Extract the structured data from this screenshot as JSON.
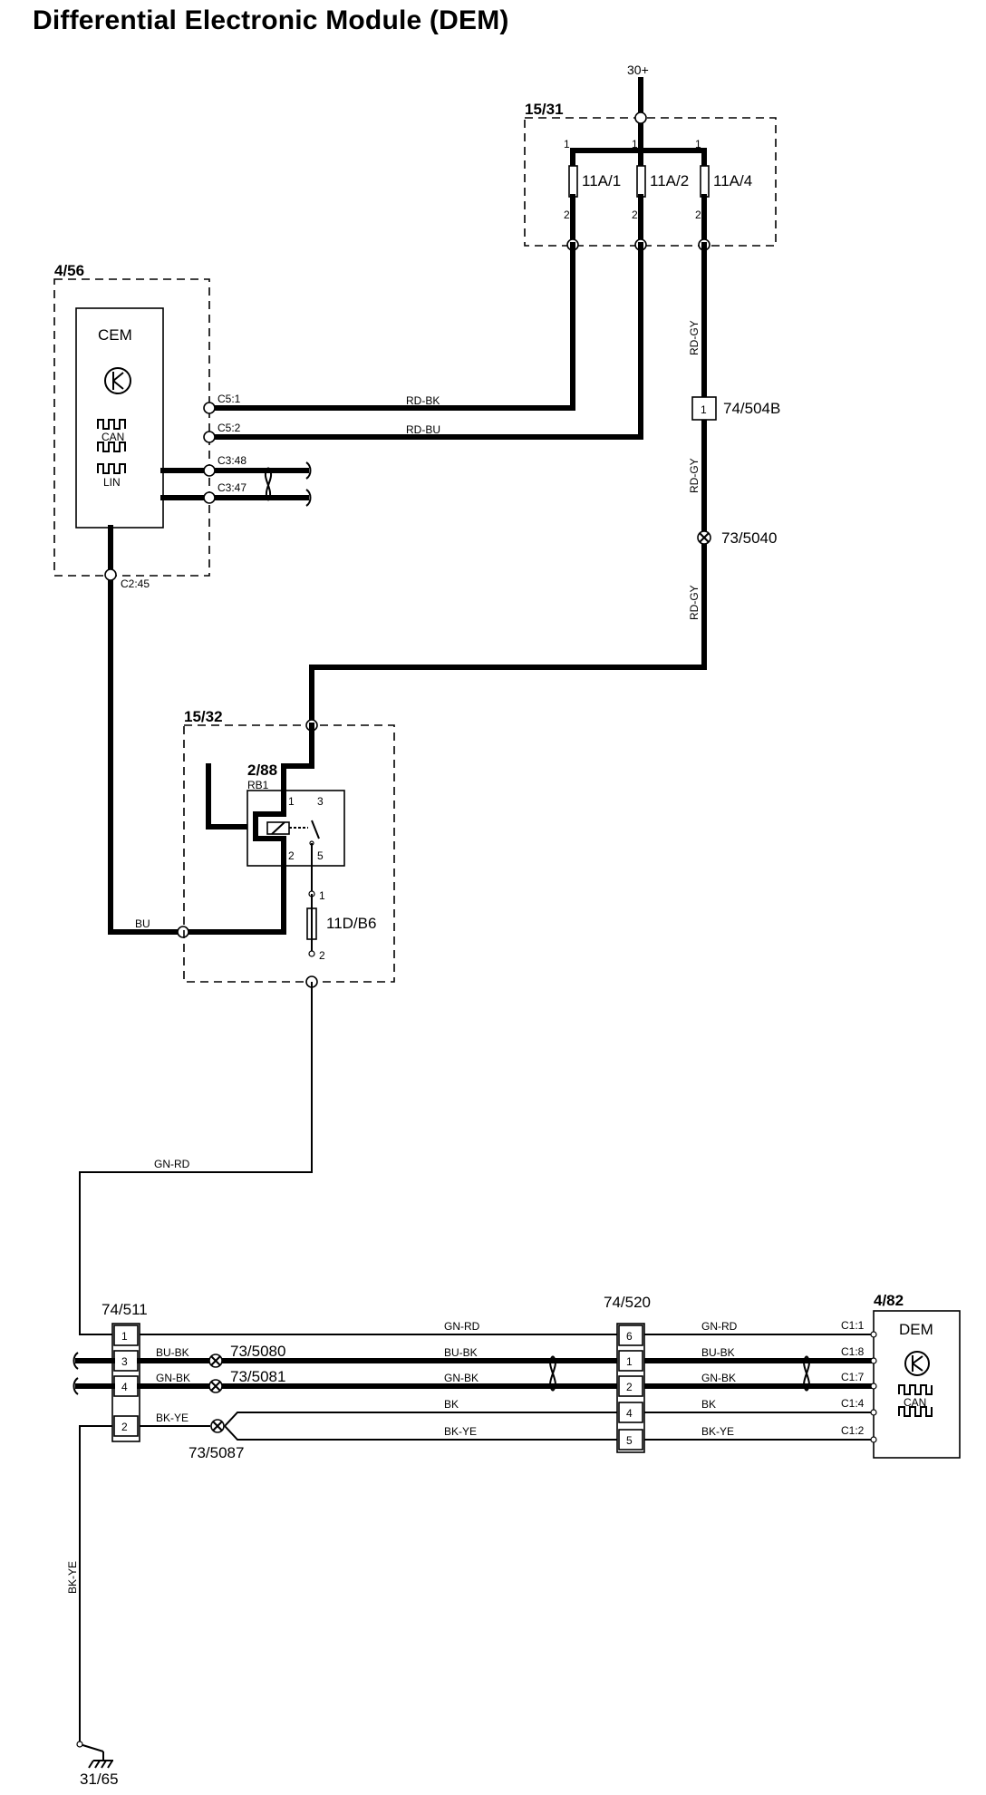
{
  "title": "Differential Electronic Module (DEM)",
  "supply": "30+",
  "ground": "31/65",
  "fuse_box": {
    "id": "15/31",
    "fuses": [
      "11A/1",
      "11A/2",
      "11A/4"
    ],
    "pin_top": "1",
    "pin_bottom": "2"
  },
  "cem": {
    "id": "4/56",
    "name": "CEM",
    "can_label": "CAN",
    "lin_label": "LIN",
    "pins": [
      "C5:1",
      "C5:2",
      "C3:48",
      "C3:47",
      "C2:45"
    ]
  },
  "wires": {
    "rd_bk": "RD-BK",
    "rd_bu": "RD-BU",
    "rd_gy": "RD-GY",
    "bu": "BU",
    "gn_rd": "GN-RD",
    "bu_bk": "BU-BK",
    "gn_bk": "GN-BK",
    "bk": "BK",
    "bk_ye": "BK-YE"
  },
  "connector_504b": {
    "pin": "1",
    "id": "74/504B"
  },
  "splice_5040": "73/5040",
  "relay_box": {
    "id": "15/32",
    "relay_id": "2/88",
    "relay_name": "RB1",
    "pins": [
      "1",
      "3",
      "2",
      "5"
    ],
    "fuse": "11D/B6",
    "fuse_pin_top": "1",
    "fuse_pin_bottom": "2"
  },
  "connector_511": {
    "id": "74/511",
    "pins": [
      "1",
      "3",
      "4",
      "2"
    ]
  },
  "connector_520": {
    "id": "74/520",
    "pins": [
      "6",
      "1",
      "2",
      "4",
      "5"
    ]
  },
  "splices": [
    "73/5080",
    "73/5081",
    "73/5087"
  ],
  "dem": {
    "id": "4/82",
    "name": "DEM",
    "can_label": "CAN",
    "pins": [
      "C1:1",
      "C1:8",
      "C1:7",
      "C1:4",
      "C1:2"
    ]
  }
}
